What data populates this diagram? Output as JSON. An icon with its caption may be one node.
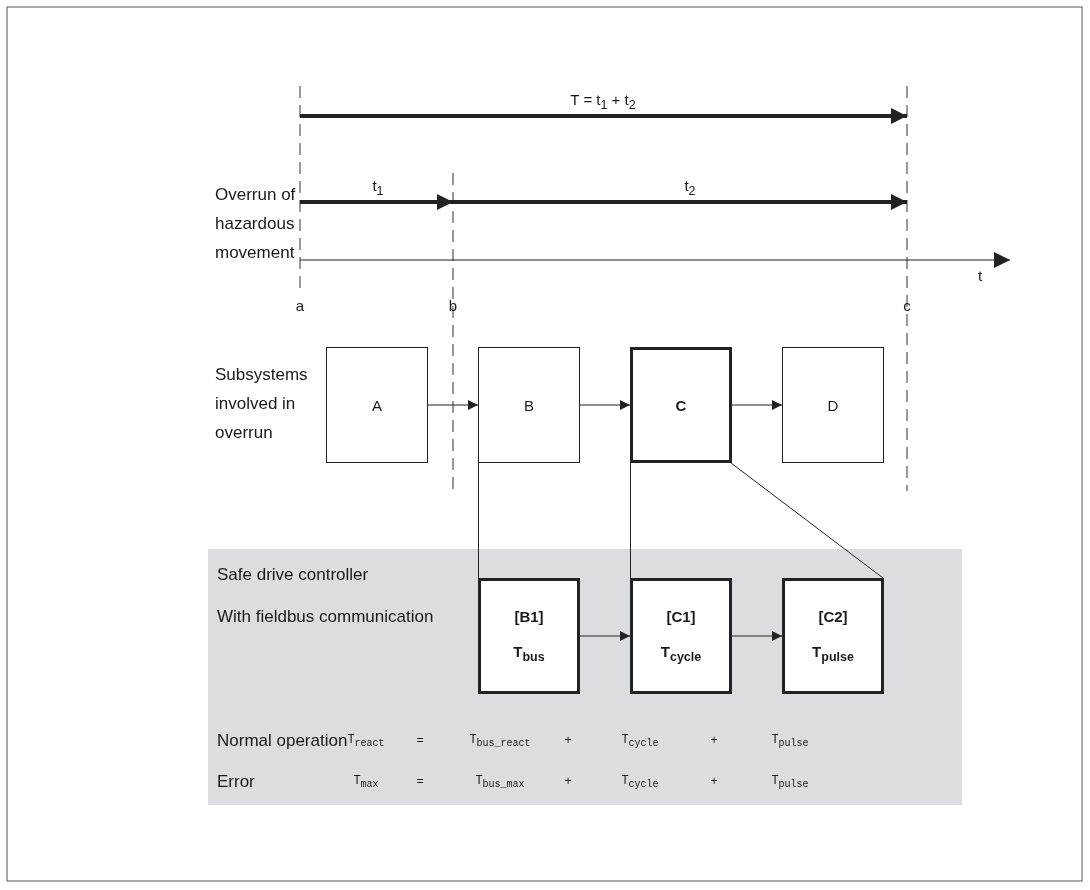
{
  "diagram": {
    "nodes": [
      {
        "text": [
          "A"
        ]
      },
      {
        "text": [
          "B"
        ]
      },
      {
        "text": [
          "C"
        ]
      },
      {
        "text": [
          "D"
        ]
      },
      {
        "text": [
          "Safe drive controller",
          "With fieldbus communication"
        ]
      },
      {
        "text": [
          "[B1]",
          "T$_{bus}$"
        ],
        "in": 4
      },
      {
        "text": [
          "[C1]",
          "T$_{cycle}$"
        ],
        "in": 4
      },
      {
        "text": [
          "[C2]",
          "T$_{pulse}$"
        ],
        "in": 4
      }
    ],
    "edges": [
      {
        "from": 0,
        "to": 1,
        "arrow": "to"
      },
      {
        "from": 1,
        "to": 2,
        "arrow": "to"
      },
      {
        "from": 2,
        "to": 3,
        "arrow": "to"
      },
      {
        "from": 5,
        "to": 6,
        "arrow": "to"
      },
      {
        "from": 6,
        "to": 7,
        "arrow": "to"
      },
      {
        "from": 1,
        "to": 5,
        "arrow": "none"
      },
      {
        "from": 2,
        "to": 6,
        "arrow": "none"
      },
      {
        "from": 2,
        "to": 7,
        "arrow": "none"
      }
    ],
    "labels": [
      "T = t$_{1}$ + t$_{2}$",
      "Overrun of hazardous movement",
      "t$_{1}$",
      "t$_{2}$",
      "t",
      "a",
      "b",
      "c",
      "Subsystems involved in overrun",
      "Normal operation",
      "T$_{react}$",
      "=",
      "T$_{bus_react}$",
      "+",
      "T$_{cycle}$",
      "+",
      "T$_{pulse}$",
      "Error",
      "T$_{max}$",
      "=",
      "T$_{bus_max}$",
      "+",
      "T$_{cycle}$",
      "+",
      "T$_{pulse}$"
    ]
  }
}
